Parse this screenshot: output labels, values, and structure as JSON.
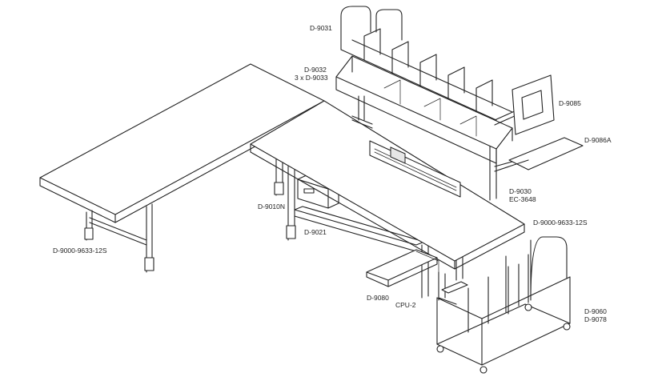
{
  "labels": {
    "d9031": "D-9031",
    "d9032": "D-9032",
    "d9033": "3 x D-9033",
    "d9085": "D-9085",
    "d9086a": "D-9086A",
    "d9030": "D-9030",
    "ec3648": "EC-3648",
    "d9000_right": "D-9000-9633-12S",
    "d9010n": "D-9010N",
    "d9021": "D-9021",
    "d9000_left": "D-9000-9633-12S",
    "d9080": "D-9080",
    "cpu2": "CPU-2",
    "d9060": "D-9060",
    "d9078": "D-9078"
  }
}
